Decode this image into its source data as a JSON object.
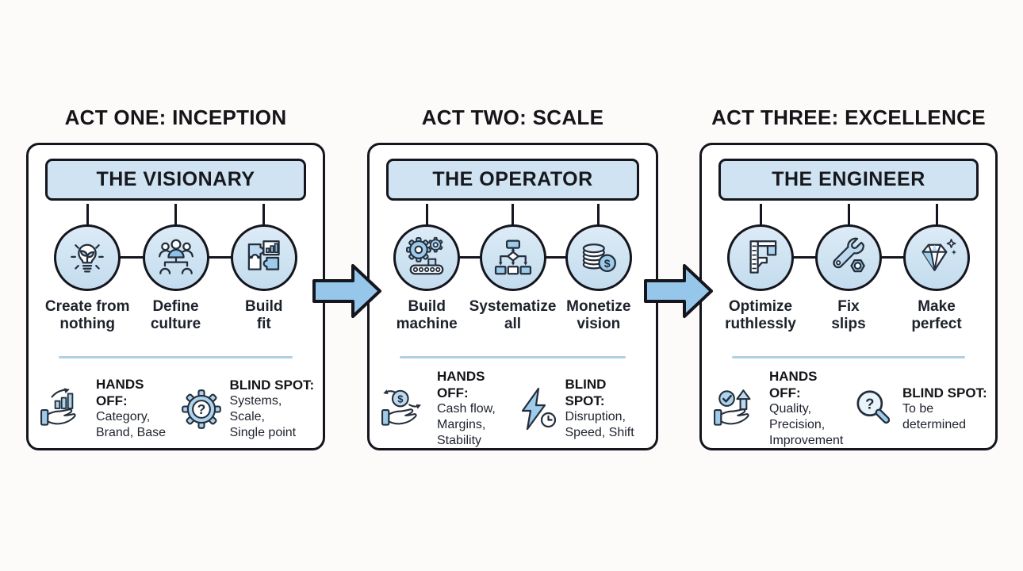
{
  "acts": [
    {
      "heading": "ACT ONE: INCEPTION",
      "role": "THE VISIONARY",
      "steps": [
        {
          "icon": "lightbulb-sprout-icon",
          "label": "Create from\nnothing"
        },
        {
          "icon": "team-icon",
          "label": "Define\nculture"
        },
        {
          "icon": "puzzle-chart-icon",
          "label": "Build\nfit"
        }
      ],
      "hands_off": {
        "label": "HANDS OFF:",
        "detail": "Category,\nBrand, Base",
        "icon": "hand-growth-chart-icon"
      },
      "blind_spot": {
        "label": "BLIND SPOT:",
        "detail": "Systems, Scale,\nSingle point",
        "icon": "gear-question-icon"
      }
    },
    {
      "heading": "ACT TWO: SCALE",
      "role": "THE OPERATOR",
      "steps": [
        {
          "icon": "gears-conveyor-icon",
          "label": "Build\nmachine"
        },
        {
          "icon": "flowchart-icon",
          "label": "Systematize\nall"
        },
        {
          "icon": "coins-dollar-icon",
          "label": "Monetize\nvision"
        }
      ],
      "hands_off": {
        "label": "HANDS OFF:",
        "detail": "Cash flow,\nMargins,\nStability",
        "icon": "hand-dollar-swap-icon"
      },
      "blind_spot": {
        "label": "BLIND SPOT:",
        "detail": "Disruption,\nSpeed, Shift",
        "icon": "bolt-clock-icon"
      }
    },
    {
      "heading": "ACT THREE: EXCELLENCE",
      "role": "THE ENGINEER",
      "steps": [
        {
          "icon": "caliper-icon",
          "label": "Optimize\nruthlessly"
        },
        {
          "icon": "wrench-nut-icon",
          "label": "Fix\nslips"
        },
        {
          "icon": "diamond-sparkle-icon",
          "label": "Make\nperfect"
        }
      ],
      "hands_off": {
        "label": "HANDS OFF:",
        "detail": "Quality,\nPrecision,\nImprovement",
        "icon": "hand-check-up-icon"
      },
      "blind_spot": {
        "label": "BLIND SPOT:",
        "detail": "To be\ndetermined",
        "icon": "magnifier-question-icon"
      }
    }
  ],
  "glyphs": {
    "dollar": "$",
    "question": "?"
  },
  "colors": {
    "panel_outline": "#15151e",
    "role_box_fill": "#cfe3f2",
    "circle_fill": "#cfe4f3",
    "arrow_fill": "#96c7ea",
    "divider": "#aecfe6",
    "icon_blue_light": "#bcd9ef",
    "icon_blue_mid": "#9ecbea",
    "text_dark": "#17181d"
  }
}
